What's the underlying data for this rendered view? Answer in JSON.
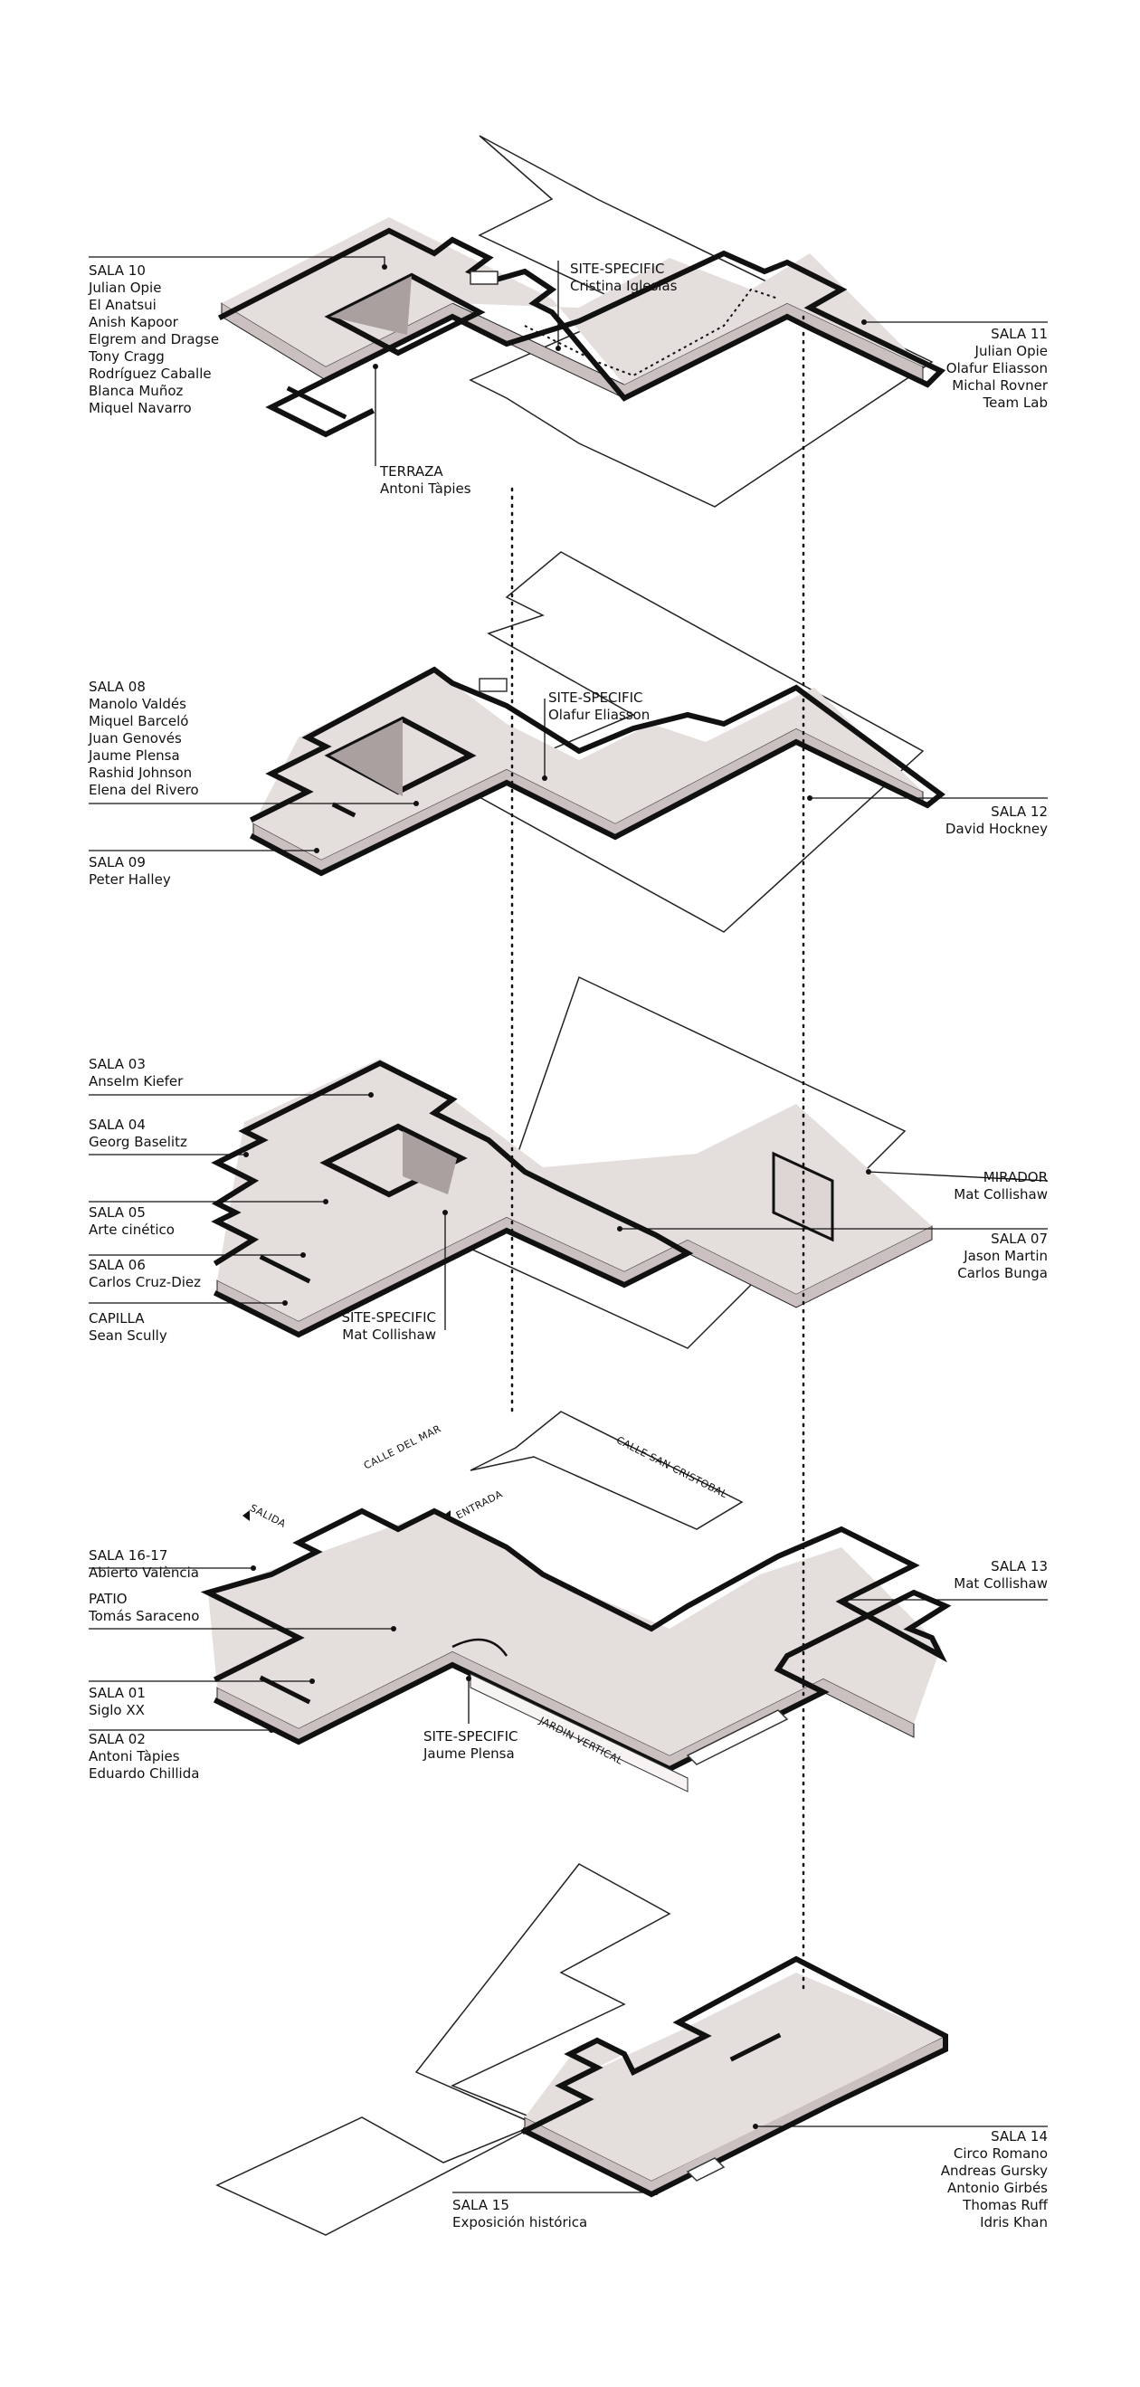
{
  "floors": [
    {
      "level": 4,
      "labels": [
        {
          "id": "sala-10",
          "align": "left",
          "lines": [
            "SALA 10",
            "Julian Opie",
            "El Anatsui",
            "Anish Kapoor",
            "Elgrem and Dragse",
            "Tony Cragg",
            "Rodríguez Caballe",
            "Blanca Muñoz",
            "Miquel Navarro"
          ]
        },
        {
          "id": "site-specific-iglesias",
          "align": "left",
          "lines": [
            "SITE-SPECIFIC",
            "Cristina Iglesias"
          ]
        },
        {
          "id": "sala-11",
          "align": "right",
          "lines": [
            "SALA 11",
            "Julian Opie",
            "Olafur Eliasson",
            "Michal Rovner",
            "Team Lab"
          ]
        },
        {
          "id": "terraza",
          "align": "left",
          "lines": [
            "TERRAZA",
            "Antoni Tàpies"
          ]
        }
      ]
    },
    {
      "level": 3,
      "labels": [
        {
          "id": "sala-08",
          "align": "left",
          "lines": [
            "SALA 08",
            "Manolo Valdés",
            "Miquel Barceló",
            "Juan Genovés",
            "Jaume Plensa",
            "Rashid Johnson",
            "Elena del Rivero"
          ]
        },
        {
          "id": "site-specific-eliasson",
          "align": "left",
          "lines": [
            "SITE-SPECIFIC",
            "Olafur Eliasson"
          ]
        },
        {
          "id": "sala-12",
          "align": "right",
          "lines": [
            "SALA 12",
            "David Hockney"
          ]
        },
        {
          "id": "sala-09",
          "align": "left",
          "lines": [
            "SALA 09",
            "Peter Halley"
          ]
        }
      ]
    },
    {
      "level": 2,
      "labels": [
        {
          "id": "sala-03",
          "align": "left",
          "lines": [
            "SALA 03",
            "Anselm Kiefer"
          ]
        },
        {
          "id": "sala-04",
          "align": "left",
          "lines": [
            "SALA 04",
            "Georg  Baselitz"
          ]
        },
        {
          "id": "sala-05",
          "align": "left",
          "lines": [
            "SALA 05",
            "Arte cinético"
          ]
        },
        {
          "id": "sala-06",
          "align": "left",
          "lines": [
            "SALA 06",
            "Carlos Cruz-Diez"
          ]
        },
        {
          "id": "capilla",
          "align": "left",
          "lines": [
            "CAPILLA",
            "Sean Scully"
          ]
        },
        {
          "id": "site-specific-collishaw",
          "align": "right",
          "lines": [
            "SITE-SPECIFIC",
            "Mat Collishaw"
          ]
        },
        {
          "id": "mirador",
          "align": "right",
          "lines": [
            "MIRADOR",
            "Mat Collishaw"
          ]
        },
        {
          "id": "sala-07",
          "align": "right",
          "lines": [
            "SALA 07",
            "Jason Martin",
            "Carlos Bunga"
          ]
        }
      ]
    },
    {
      "level": 1,
      "streets": [
        {
          "id": "calle-del-mar",
          "text": "CALLE DEL MAR"
        },
        {
          "id": "calle-san-cristobal",
          "text": "CALLE SAN CRISTOBAL"
        },
        {
          "id": "jardin-vertical",
          "text": "JARDIN VERTICAL"
        },
        {
          "id": "salida",
          "text": "SALIDA"
        },
        {
          "id": "entrada",
          "text": "ENTRADA"
        }
      ],
      "labels": [
        {
          "id": "sala-16-17",
          "align": "left",
          "lines": [
            "SALA 16-17",
            "Abierto València"
          ]
        },
        {
          "id": "patio",
          "align": "left",
          "lines": [
            "PATIO",
            "Tomás Saraceno"
          ]
        },
        {
          "id": "sala-01",
          "align": "left",
          "lines": [
            "SALA 01",
            "Siglo XX"
          ]
        },
        {
          "id": "sala-02",
          "align": "left",
          "lines": [
            "SALA 02",
            "Antoni Tàpies",
            "Eduardo Chillida"
          ]
        },
        {
          "id": "site-specific-plensa",
          "align": "left",
          "lines": [
            "SITE-SPECIFIC",
            "Jaume Plensa"
          ]
        },
        {
          "id": "sala-13",
          "align": "right",
          "lines": [
            "SALA 13",
            "Mat Collishaw"
          ]
        }
      ]
    },
    {
      "level": 0,
      "labels": [
        {
          "id": "sala-14",
          "align": "right",
          "lines": [
            "SALA 14",
            "Circo Romano",
            "Andreas Gursky",
            "Antonio Girbés",
            "Thomas Ruff",
            "Idris Khan"
          ]
        },
        {
          "id": "sala-15",
          "align": "left",
          "lines": [
            "SALA 15",
            "Exposición histórica"
          ]
        }
      ]
    }
  ]
}
